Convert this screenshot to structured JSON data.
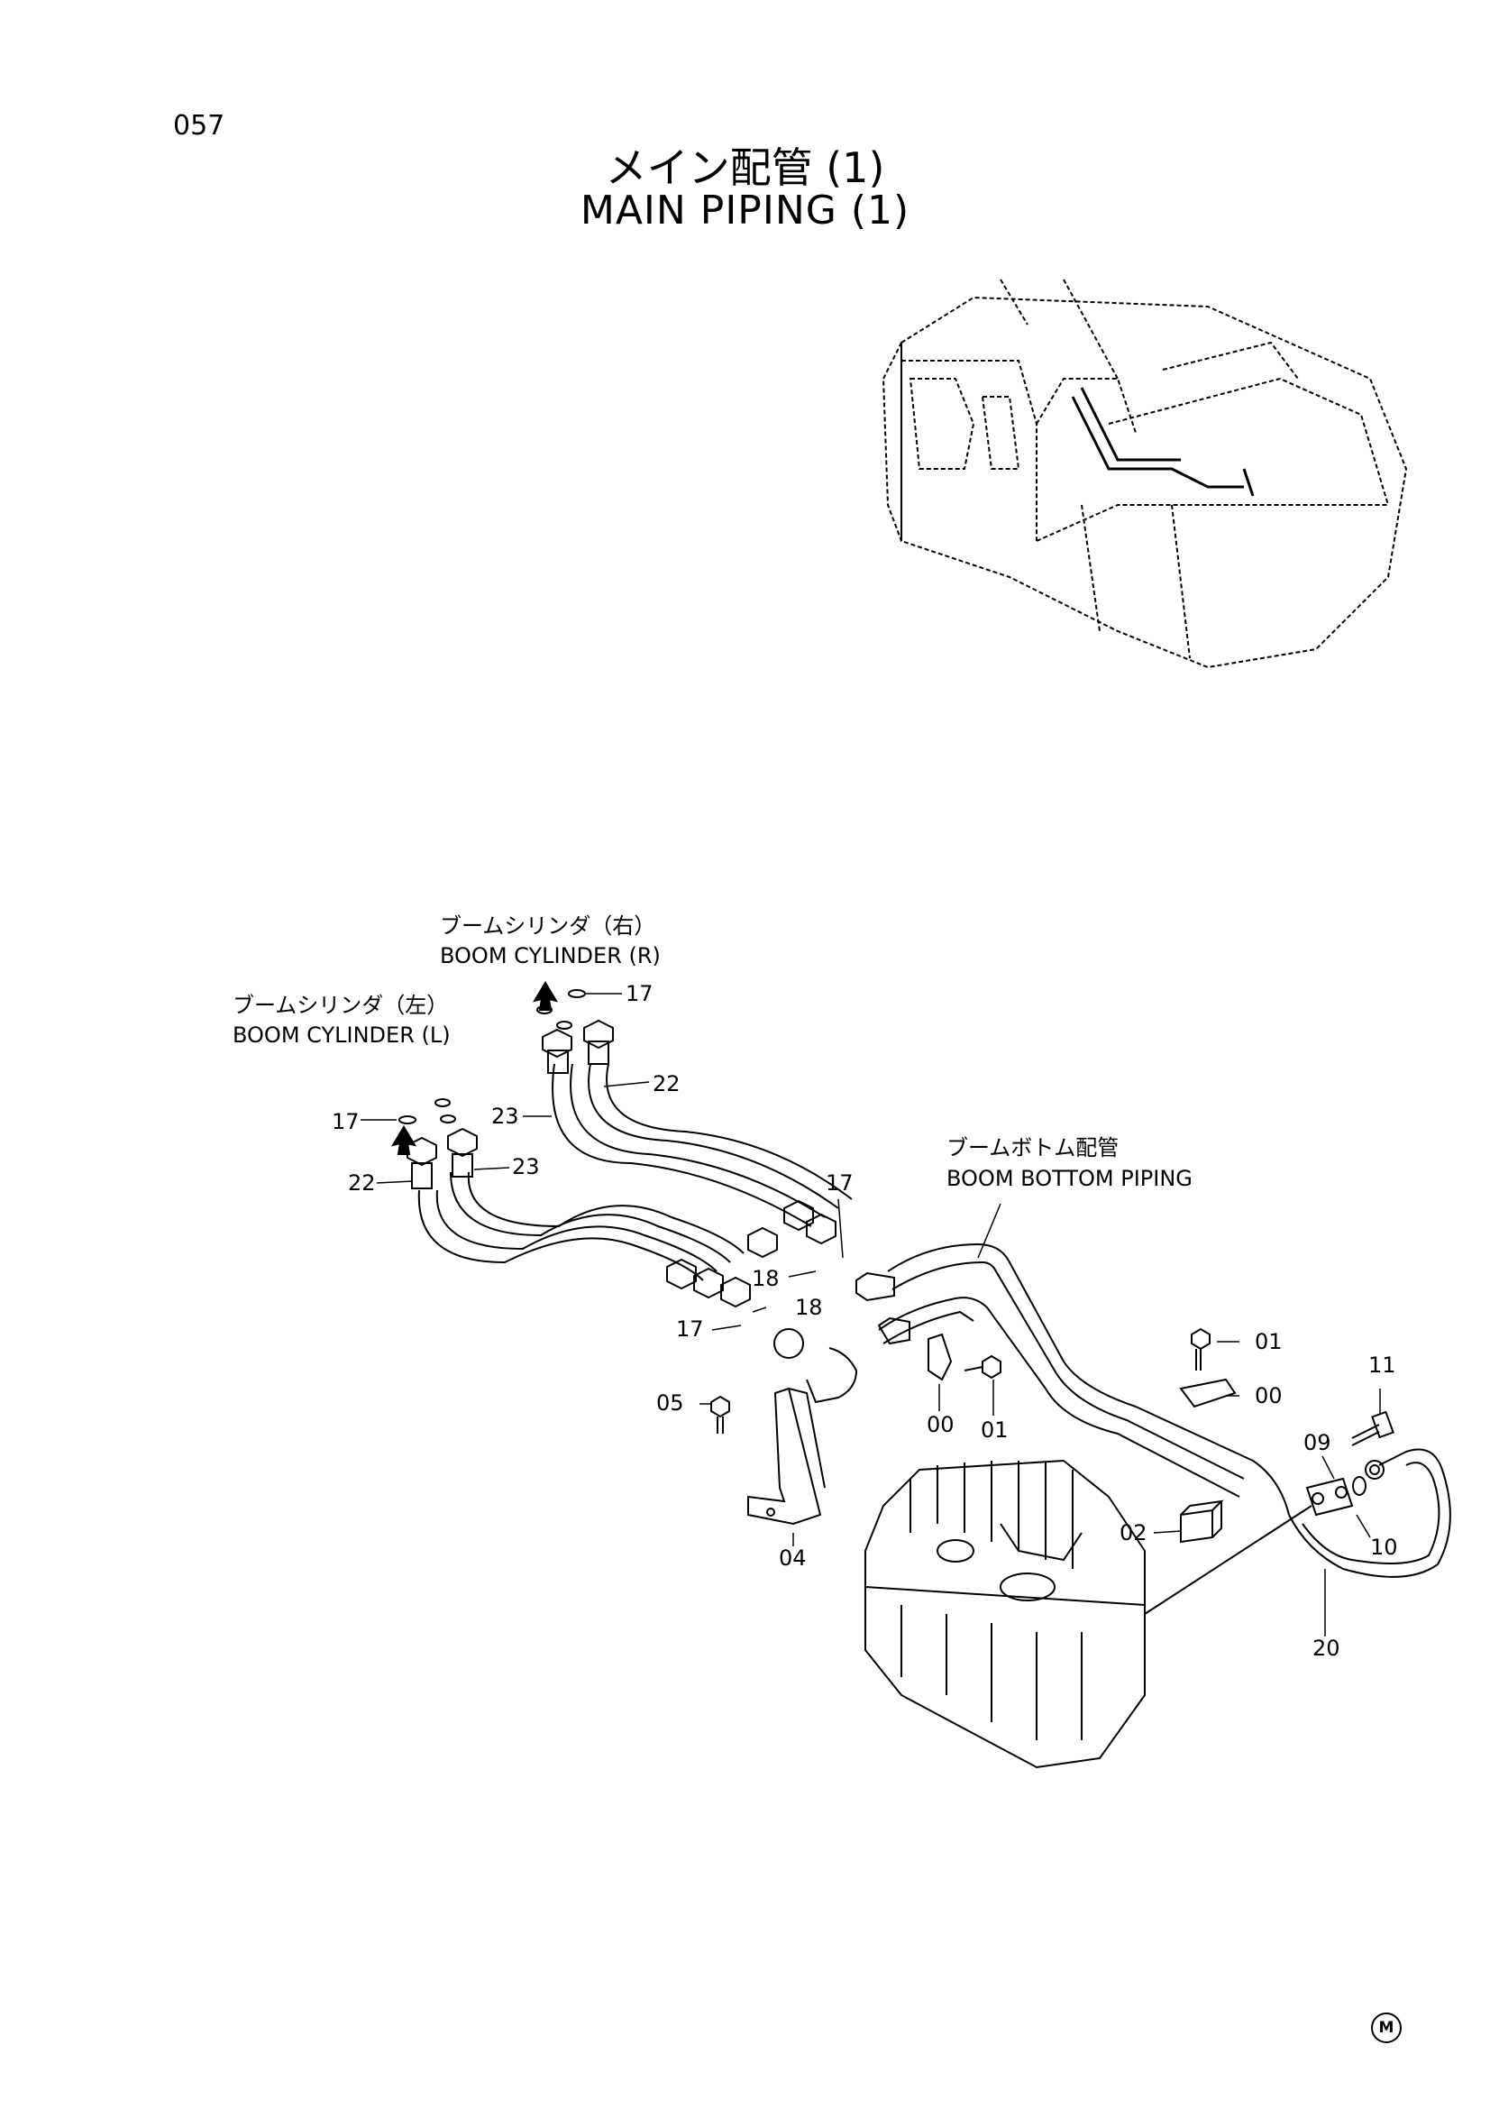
{
  "page": {
    "number": "057"
  },
  "title": {
    "japanese": "メイン配管 (1)",
    "english": "MAIN PIPING (1)"
  },
  "labels": {
    "boom_cyl_r_jp": "ブームシリンダ（右）",
    "boom_cyl_r_en": "BOOM CYLINDER (R)",
    "boom_cyl_l_jp": "ブームシリンダ（左）",
    "boom_cyl_l_en": "BOOM CYLINDER (L)",
    "boom_bottom_jp": "ブームボトム配管",
    "boom_bottom_en": "BOOM BOTTOM PIPING"
  },
  "callouts": {
    "c17_top": "17",
    "c22_right": "22",
    "c23_mid": "23",
    "c17_left": "17",
    "c23_left": "23",
    "c22_left": "22",
    "c17_mid": "17",
    "c18_a": "18",
    "c18_b": "18",
    "c17_low": "17",
    "c01_right": "01",
    "c00_right": "00",
    "c05": "05",
    "c00_mid": "00",
    "c01_mid": "01",
    "c11": "11",
    "c09": "09",
    "c10": "10",
    "c02": "02",
    "c04": "04",
    "c20": "20"
  },
  "mark": "M"
}
